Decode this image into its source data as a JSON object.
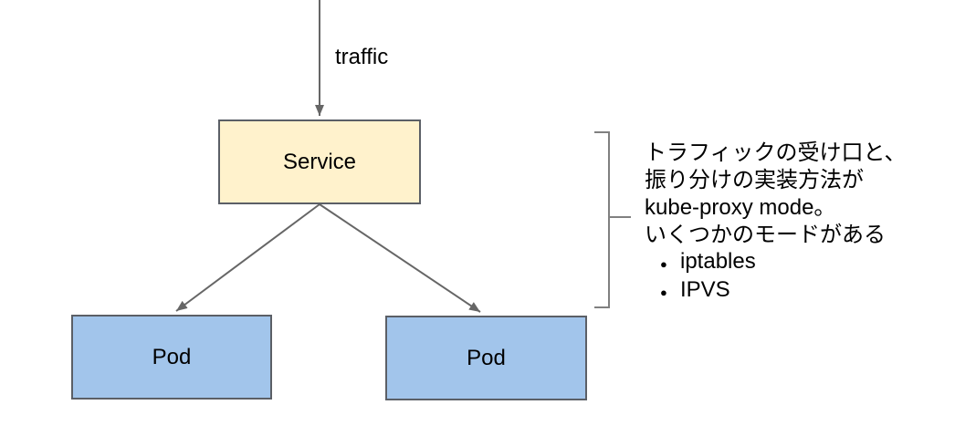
{
  "diagram": {
    "traffic_label": "traffic",
    "nodes": [
      {
        "id": "service",
        "label": "Service",
        "fill": "#FFF2CC"
      },
      {
        "id": "pod-left",
        "label": "Pod",
        "fill": "#A2C5EB"
      },
      {
        "id": "pod-right",
        "label": "Pod",
        "fill": "#A2C5EB"
      }
    ],
    "edges": [
      {
        "from": "external",
        "to": "service",
        "label": "traffic"
      },
      {
        "from": "service",
        "to": "pod-left",
        "label": ""
      },
      {
        "from": "service",
        "to": "pod-right",
        "label": ""
      }
    ],
    "colors": {
      "background": "#FFFFFF",
      "service_fill": "#FFF2CC",
      "pod_fill": "#A2C5EB",
      "box_border": "#5B5F66",
      "arrow": "#666666",
      "bracket": "#808080",
      "text": "#000000"
    }
  },
  "annotation": {
    "lines": [
      "トラフィックの受け口と、",
      "振り分けの実装方法が",
      "kube-proxy mode。",
      "いくつかのモードがある"
    ],
    "bullets": [
      "iptables",
      "IPVS"
    ],
    "bullet_glyph": "●"
  }
}
